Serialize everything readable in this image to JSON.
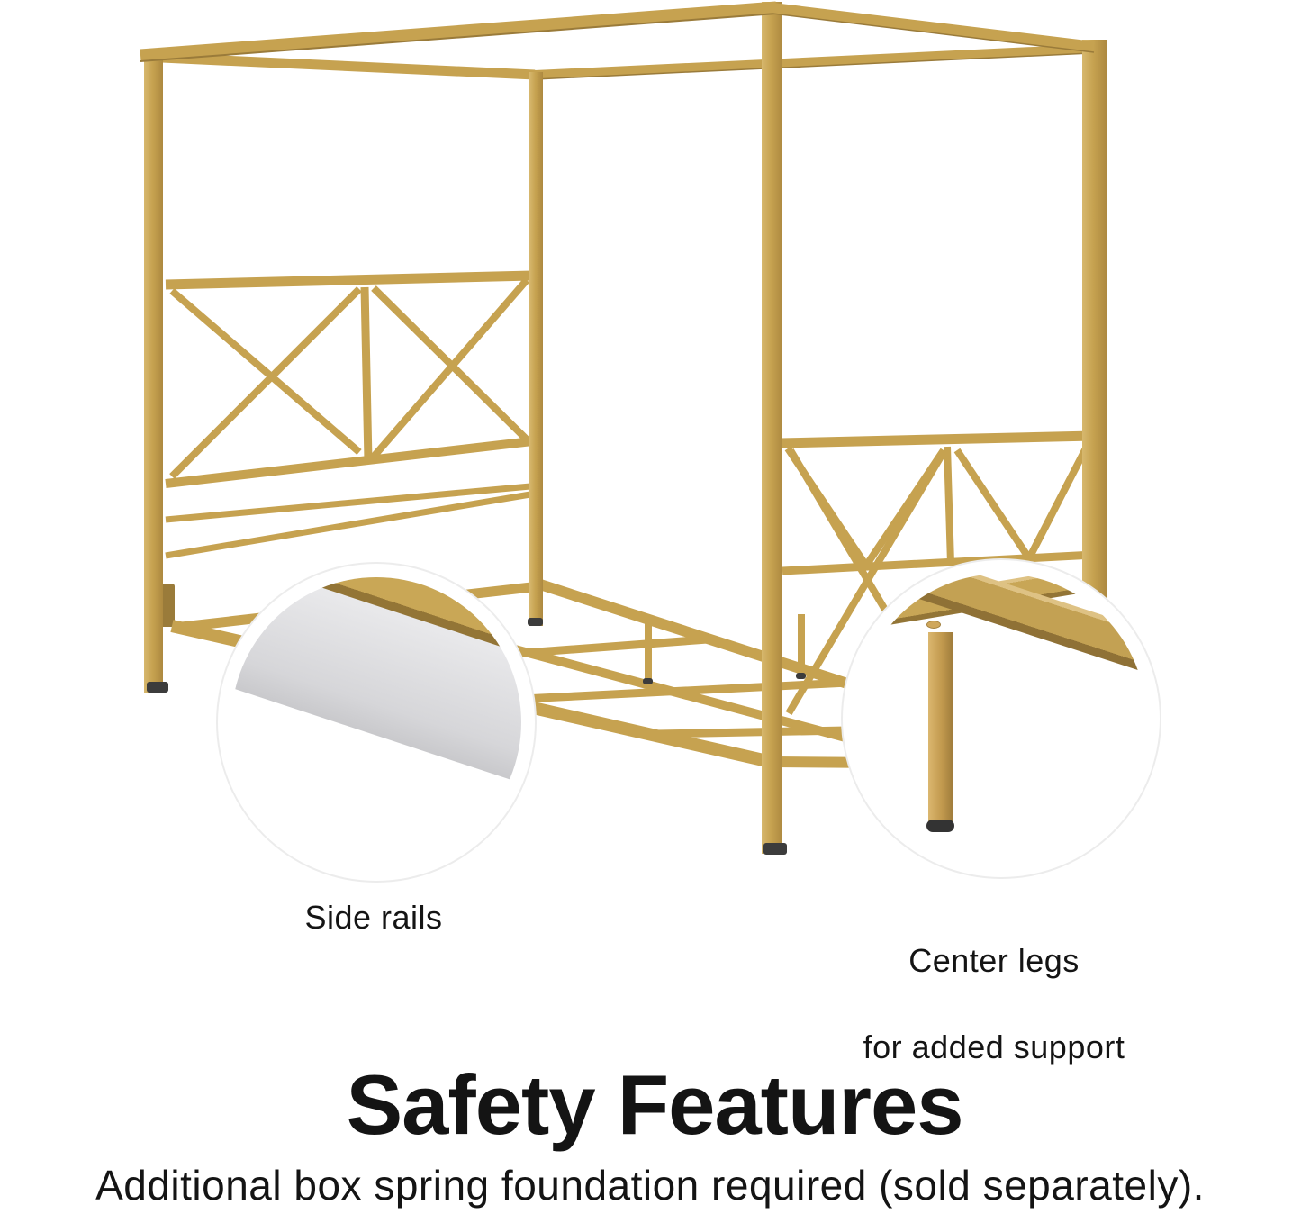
{
  "page": {
    "background": "#ffffff"
  },
  "illustration": {
    "subject": "gold-metal-canopy-bed-frame",
    "frame_color": "#c6a250",
    "frame_color_light": "#d9bb74",
    "frame_color_dark": "#9a7b3a",
    "foot_cap_color": "#3c3c3c",
    "mattress_color": "#e6e6e8"
  },
  "callouts": {
    "side_rails": {
      "label": "Side rails"
    },
    "center_legs": {
      "line1": "Center legs",
      "line2": "for added support"
    }
  },
  "heading": "Safety Features",
  "note": "Additional box spring foundation required (sold separately).",
  "text_color": "#141414"
}
